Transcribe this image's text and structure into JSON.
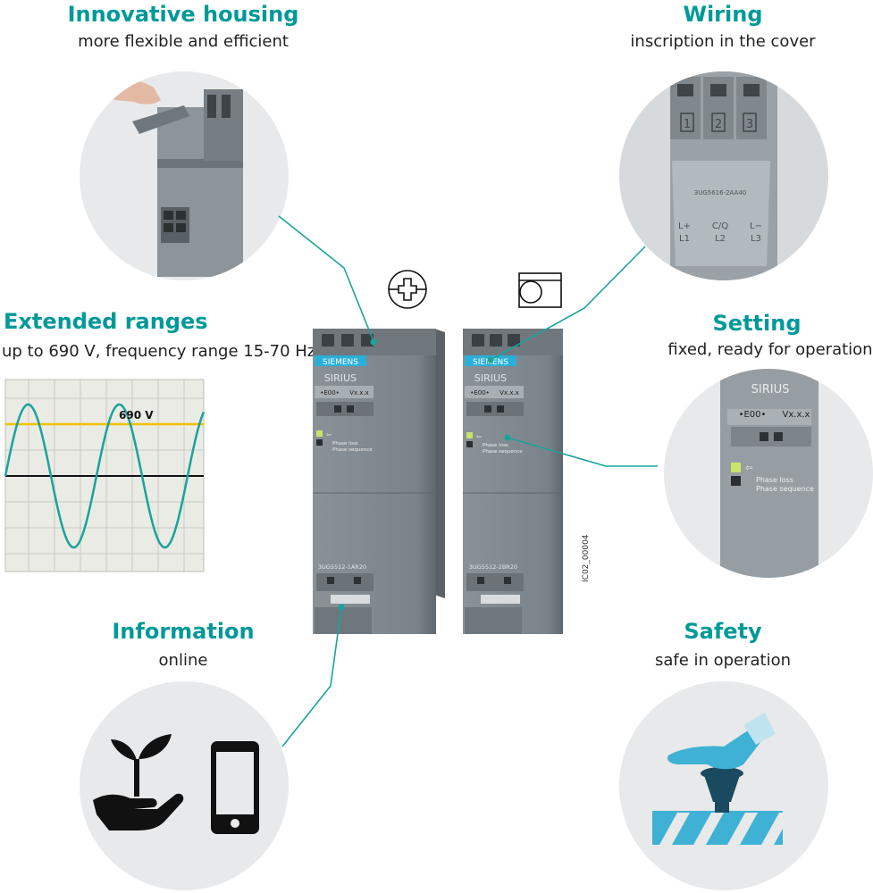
{
  "features": {
    "housing": {
      "title": "Innovative housing",
      "subtitle": "more flexible and efficient"
    },
    "wiring": {
      "title": "Wiring",
      "subtitle": "inscription in the cover"
    },
    "ranges": {
      "title": "Extended ranges",
      "subtitle": "up to 690 V, frequency range 15-70 Hz"
    },
    "setting": {
      "title": "Setting",
      "subtitle": "fixed, ready for operation"
    },
    "information": {
      "title": "Information",
      "subtitle": "online"
    },
    "safety": {
      "title": "Safety",
      "subtitle": "safe in operation"
    }
  },
  "waveform": {
    "voltage_label": "690 V"
  },
  "devices": {
    "brand": "SIEMENS",
    "product": "SIRIUS",
    "code_left": "•E00•",
    "version_left": "Vx.x.x",
    "led_power": "⇦",
    "led_phase_loss": "Phase loss",
    "led_phase_sequence": "Phase sequence",
    "part_left": "3UG5512-1AR20",
    "part_right": "3UG5512-2BR20"
  },
  "wiring_detail": {
    "terminal_1": "1",
    "terminal_2": "2",
    "terminal_3": "3",
    "cover_code": "3UG5616-2AA40",
    "label_l1": "L+\nL1",
    "label_l2": "C/Q\nL2",
    "label_l3": "L−\nL3"
  },
  "setting_detail": {
    "product": "SIRIUS",
    "code": "•E00•",
    "version": "Vx.x.x",
    "phase_loss": "Phase loss",
    "phase_sequence": "Phase sequence"
  },
  "figure_id": "IC02_00004",
  "colors": {
    "accent": "#009999",
    "connector": "#1aa39b",
    "device_body": "#7d868c",
    "siemens_badge": "#2ab0d8",
    "safety_blue": "#3fb1d4",
    "voltage_line": "#f2c200"
  }
}
